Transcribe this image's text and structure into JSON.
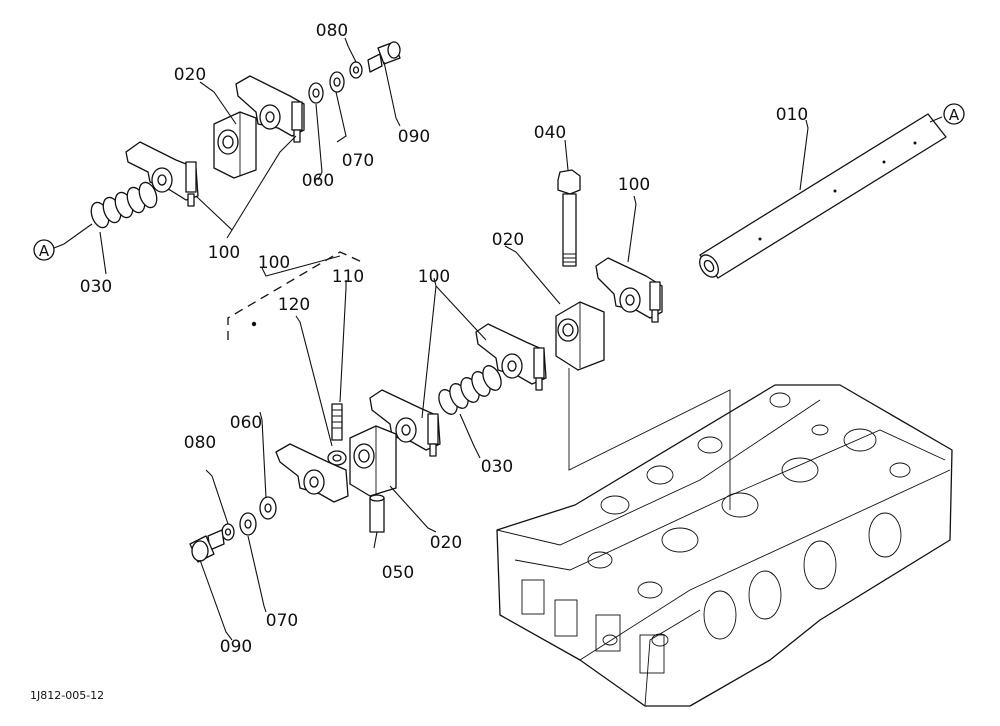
{
  "labels": {
    "010": "010",
    "020_a": "020",
    "020_b": "020",
    "020_c": "020",
    "030_a": "030",
    "030_b": "030",
    "040": "040",
    "050": "050",
    "060_a": "060",
    "060_b": "060",
    "070_a": "070",
    "070_b": "070",
    "080_a": "080",
    "080_b": "080",
    "090_a": "090",
    "090_b": "090",
    "100_a": "100",
    "100_b": "100",
    "100_c": "100",
    "100_d": "100",
    "110": "110",
    "120": "120"
  },
  "refs": {
    "a1": "A",
    "a2": "A"
  },
  "figure_code": "1J812-005-12"
}
